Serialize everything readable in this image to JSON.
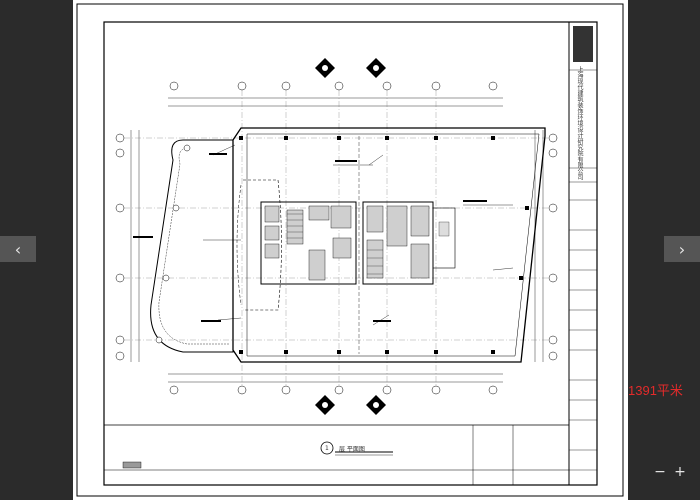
{
  "viewer": {
    "prev_icon": "‹",
    "next_icon": "›",
    "area_label": "1391平米",
    "zoom_out_icon": "−",
    "zoom_in_icon": "+",
    "accent_color": "#e32b2b"
  },
  "drawing": {
    "title_block_company": "上海现代建筑装饰环境设计研究院有限公司",
    "plan_number": "1",
    "plan_title": "层 平面图"
  }
}
